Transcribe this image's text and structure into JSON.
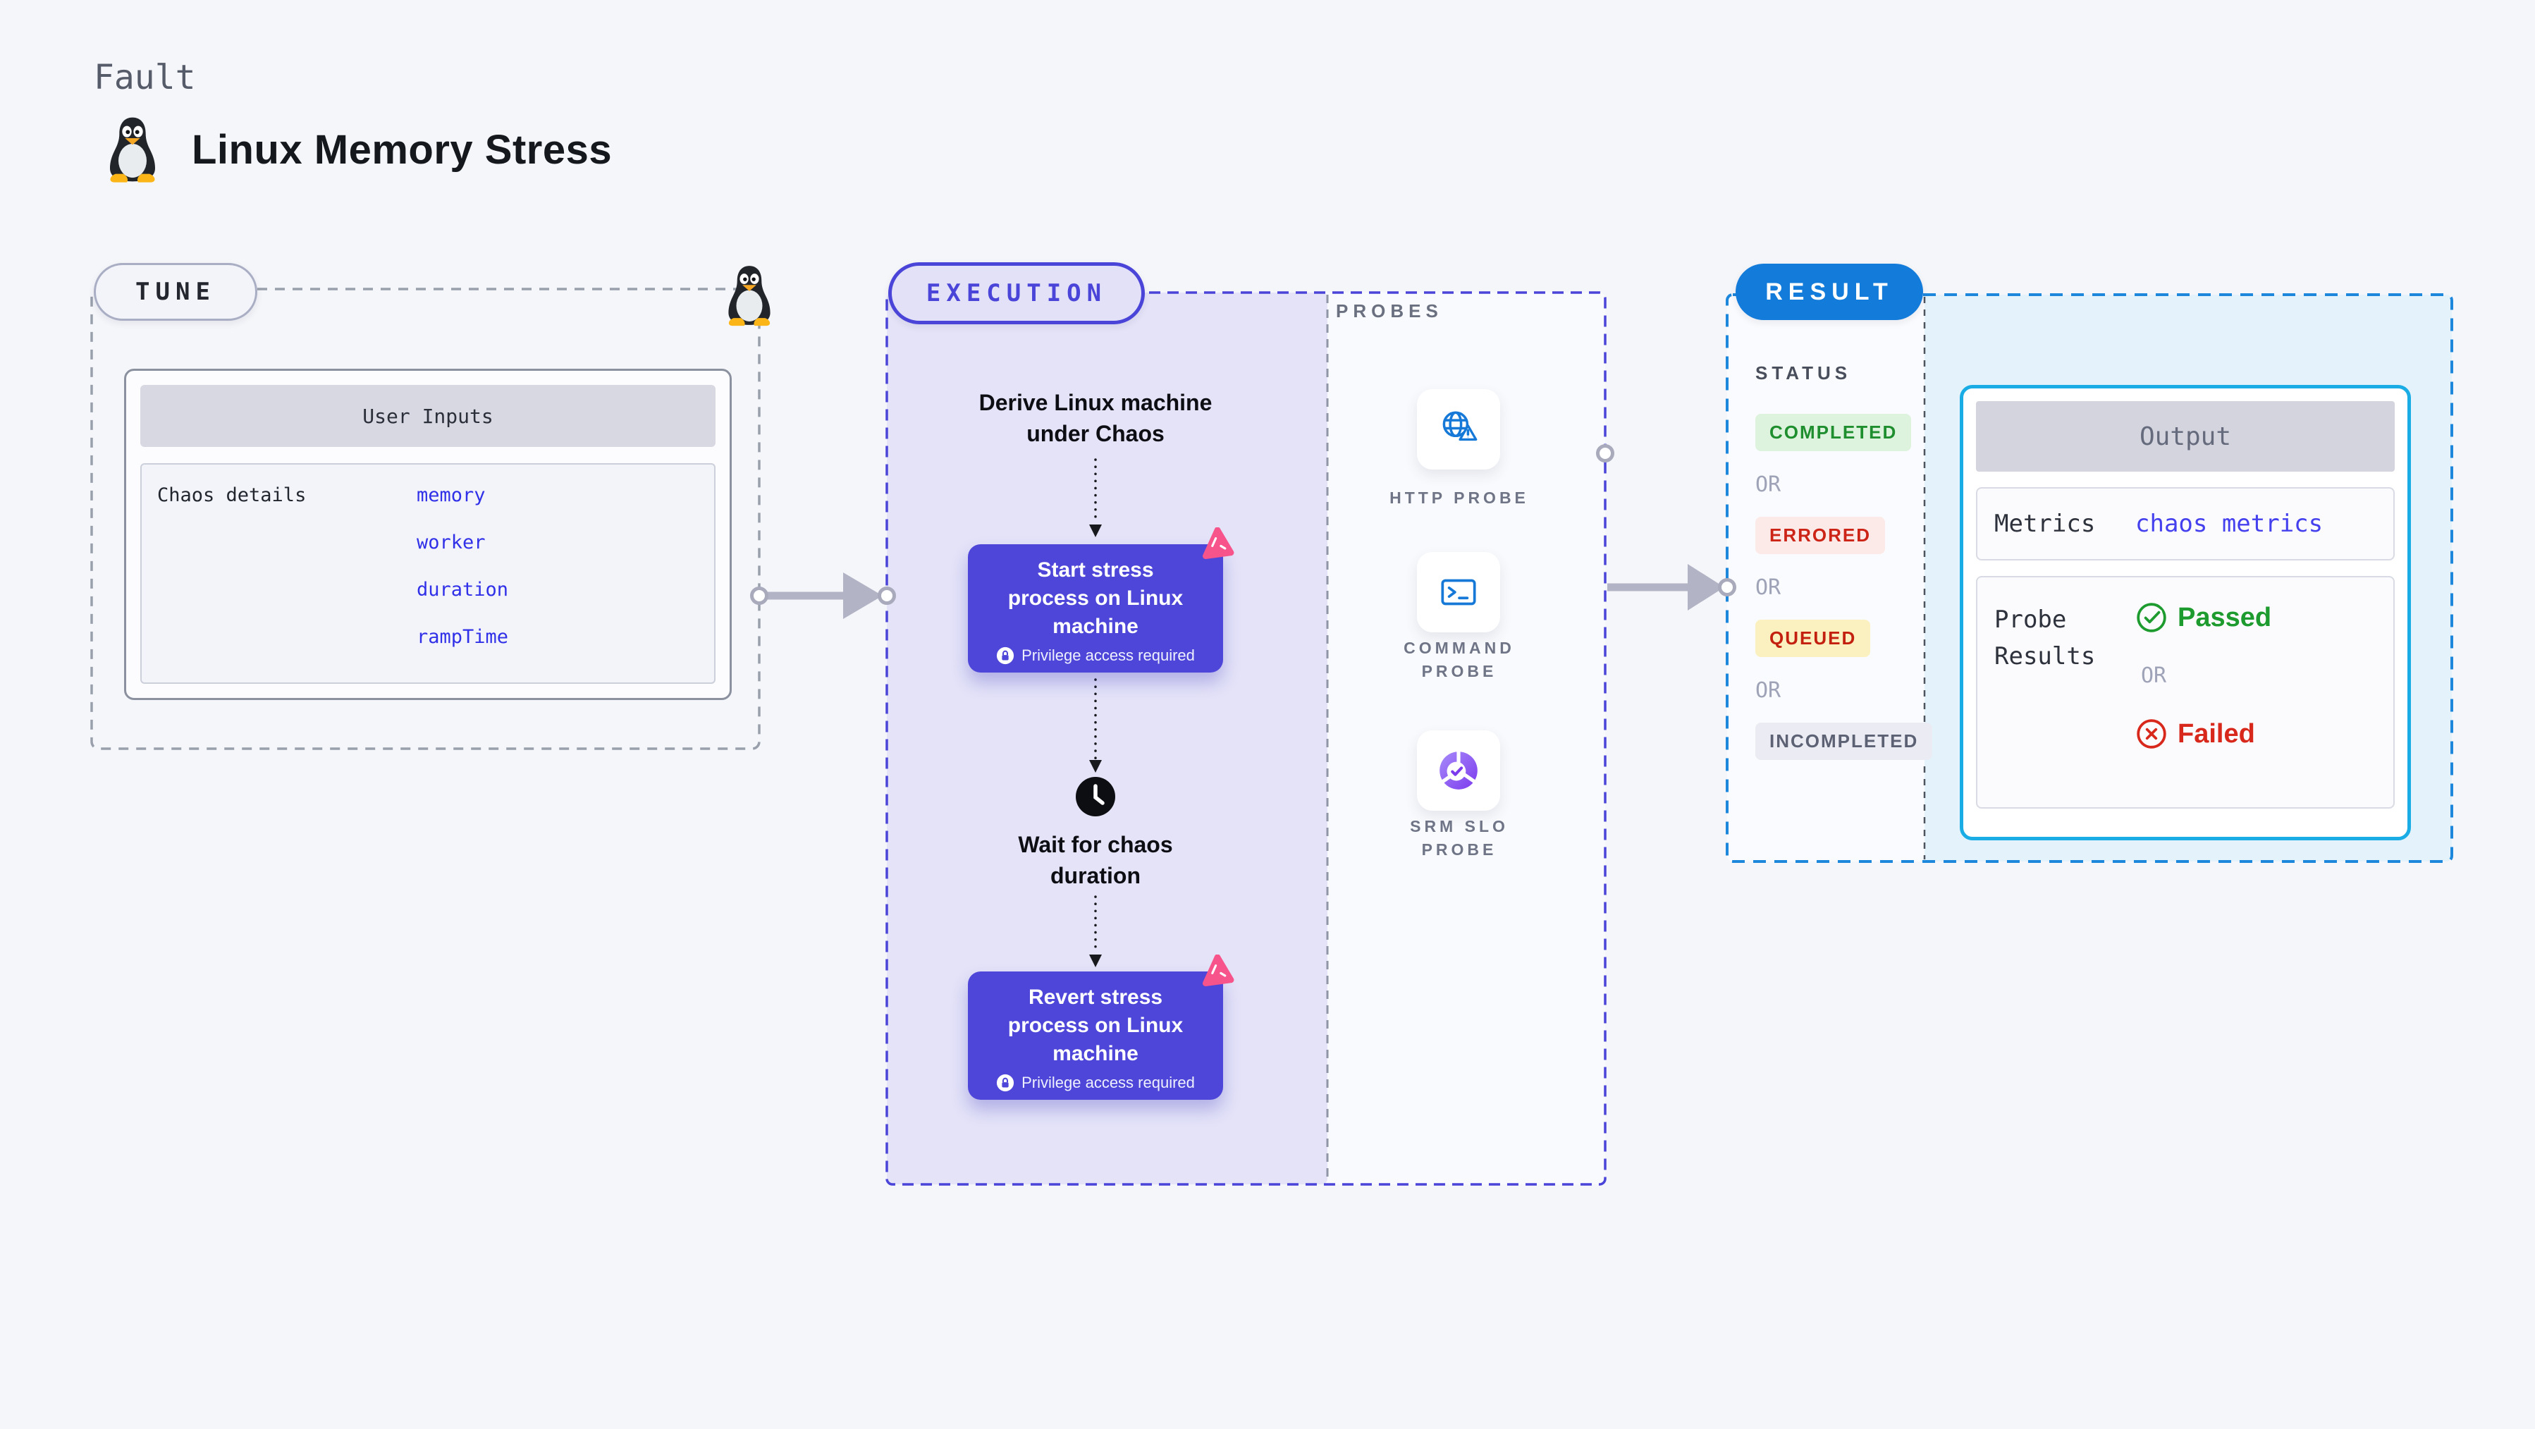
{
  "page": {
    "kicker": "Fault",
    "title": "Linux Memory Stress"
  },
  "tune": {
    "badge": "TUNE",
    "card_title": "User Inputs",
    "row_label": "Chaos details",
    "params": [
      "memory",
      "worker",
      "duration",
      "rampTime"
    ]
  },
  "execution": {
    "badge": "EXECUTION",
    "derive_label": "Derive Linux machine under Chaos",
    "wait_label": "Wait for chaos duration",
    "nodes": [
      {
        "title": "Start stress process on Linux machine",
        "note": "Privilege access required"
      },
      {
        "title": "Revert stress process on Linux machine",
        "note": "Privilege access required"
      }
    ]
  },
  "probes": {
    "label": "PROBES",
    "items": [
      {
        "icon": "http-probe-icon",
        "label": "HTTP PROBE"
      },
      {
        "icon": "command-probe-icon",
        "label": "COMMAND PROBE"
      },
      {
        "icon": "srm-slo-probe-icon",
        "label": "SRM SLO PROBE"
      }
    ]
  },
  "result": {
    "badge": "RESULT",
    "status_label": "STATUS",
    "or_label": "OR",
    "statuses": [
      {
        "label": "COMPLETED",
        "fg": "#1e8e2e",
        "bg": "#ddf3dd"
      },
      {
        "label": "ERRORED",
        "fg": "#cc2417",
        "bg": "#fceae8"
      },
      {
        "label": "QUEUED",
        "fg": "#c3200f",
        "bg": "#fbf0c0"
      },
      {
        "label": "INCOMPLETED",
        "fg": "#5c6174",
        "bg": "#ebebf3"
      }
    ],
    "output": {
      "title": "Output",
      "metrics_label": "Metrics",
      "metrics_value": "chaos metrics",
      "probe_results_label": "Probe Results",
      "passed_label": "Passed",
      "failed_label": "Failed"
    }
  },
  "colors": {
    "canvas_bg": "#f5f6fa",
    "accent_indigo": "#4a44d8",
    "node_fill": "#4e46d8",
    "execution_fill": "#e4e3f8",
    "result_badge_blue": "#137bd9",
    "result_border_blue": "#1d87db",
    "output_border_cyan": "#1aace4",
    "output_area_fill": "#e4f3fb",
    "param_blue": "#3030e8",
    "passed_green": "#1e9b2e",
    "failed_red": "#d8281c",
    "arrow_gray": "#b2b3c4",
    "probe_icon_blue": "#1679d8",
    "srm_purple": "#7c3aed",
    "chaos_pink": "#f6548a"
  }
}
